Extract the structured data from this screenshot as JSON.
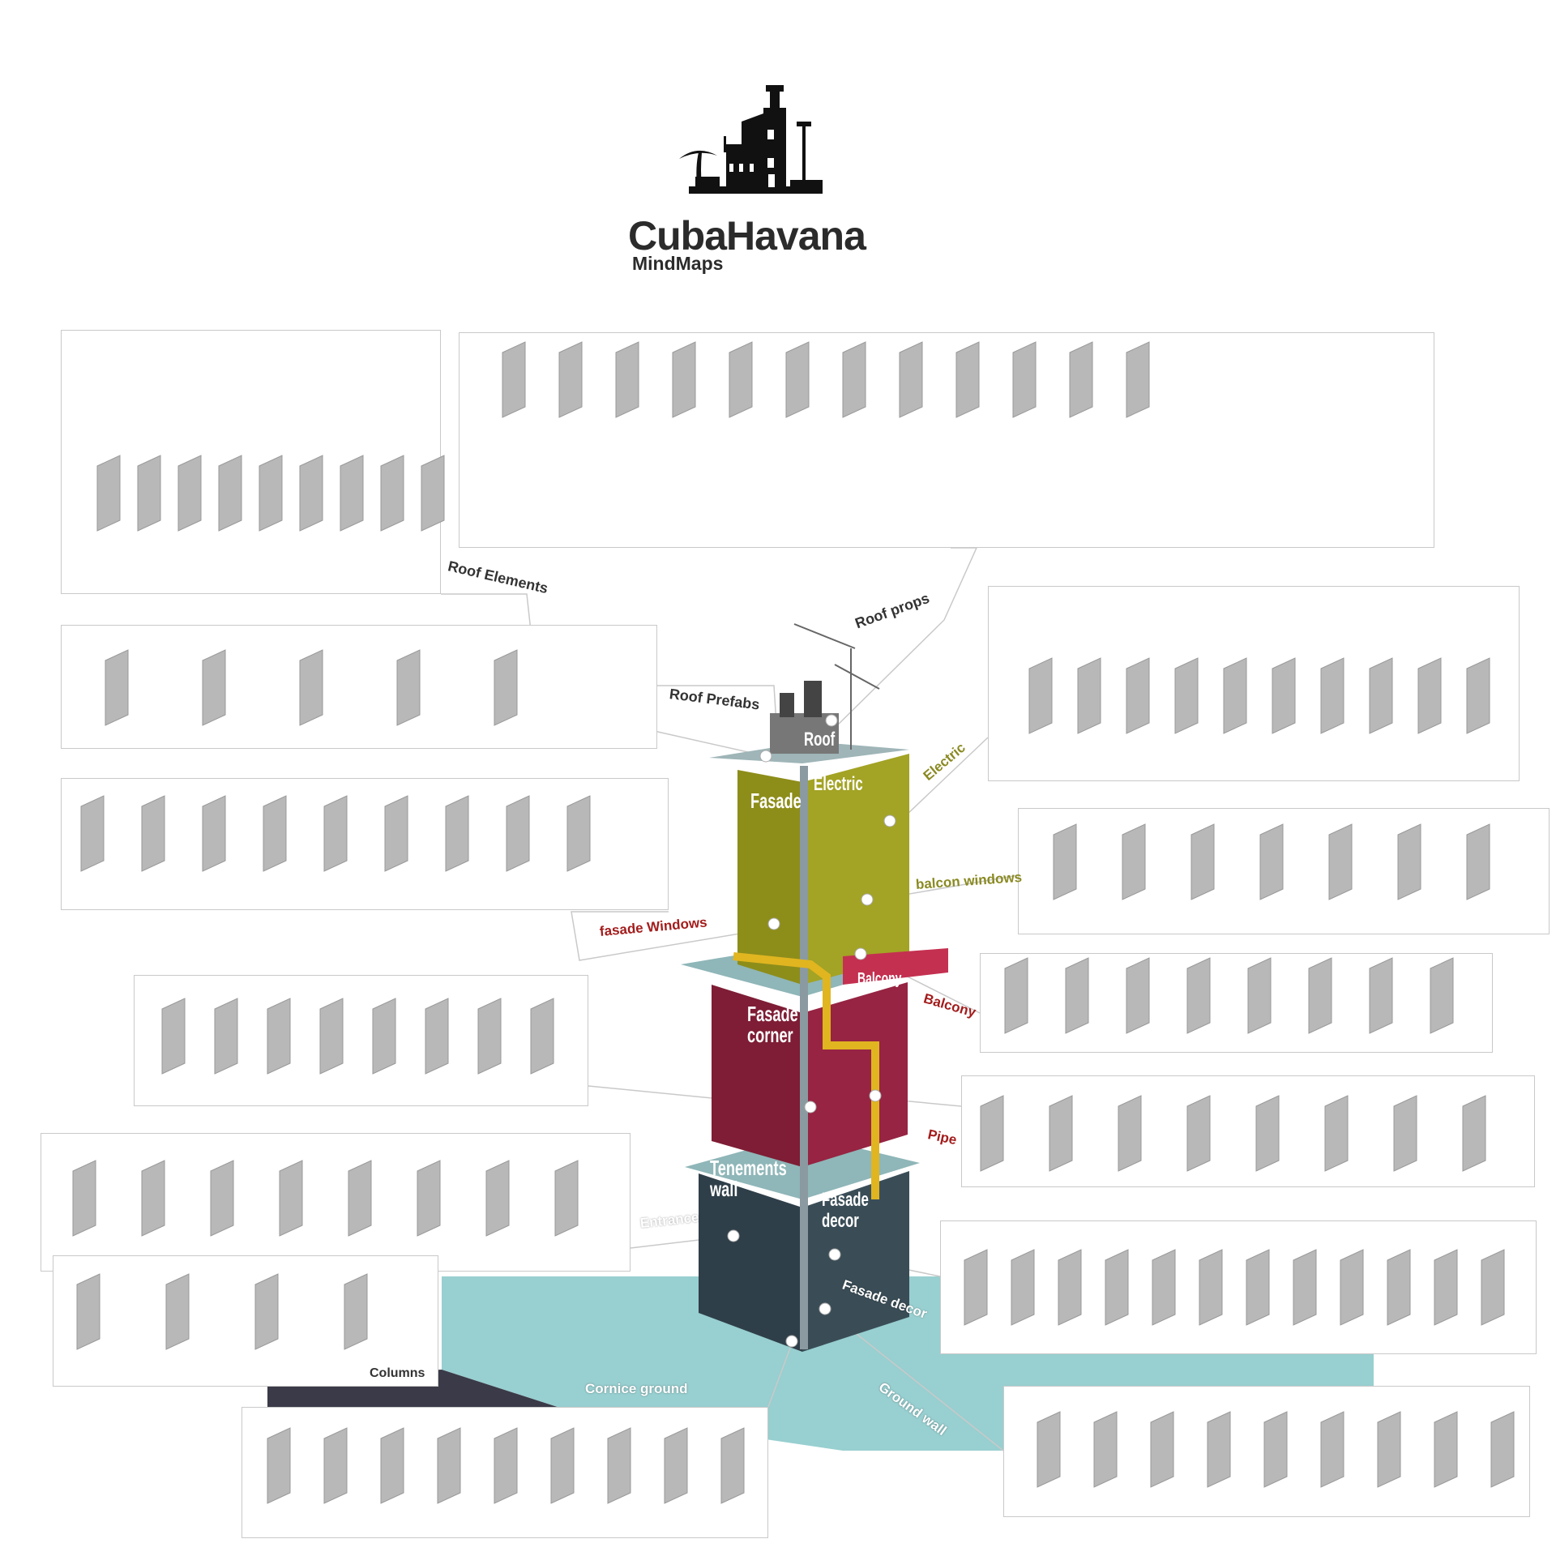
{
  "header": {
    "title": "CubaHavana",
    "subtitle": "MindMaps",
    "logo_icon": "havana-building-silhouette-icon"
  },
  "labels": {
    "roof_elements": "Roof Elements",
    "roof_props": "Roof props",
    "roof_prefabs": "Roof Prefabs",
    "roof": "Roof",
    "electric_callout": "Electric",
    "electric_building": "Electric",
    "fasade": "Fasade",
    "balcon_windows": "balcon windows",
    "fasade_windows": "fasade Windows",
    "balcony_building": "Balcony",
    "balcony_callout": "Balcony",
    "fasade_corner_1": "Fasade",
    "fasade_corner_2": "corner",
    "pipe": "Pipe",
    "tenements_1": "Tenements",
    "tenements_2": "wall",
    "entrance": "Entrance",
    "fasade_decor_building_1": "Fasade",
    "fasade_decor_building_2": "decor",
    "fasade_decor": "Fasade decor",
    "columns": "Columns",
    "cornice_ground": "Cornice ground",
    "ground_wall": "Ground wall"
  },
  "colors": {
    "top_floor": "#9a9a1e",
    "mid_floor": "#8e1f3a",
    "ground_floor": "#2f3f49",
    "ground_plane": "#86c7c8",
    "callout_red": "#a31c1c",
    "callout_olive": "#8a8a22",
    "pipe": "#e0b520"
  }
}
